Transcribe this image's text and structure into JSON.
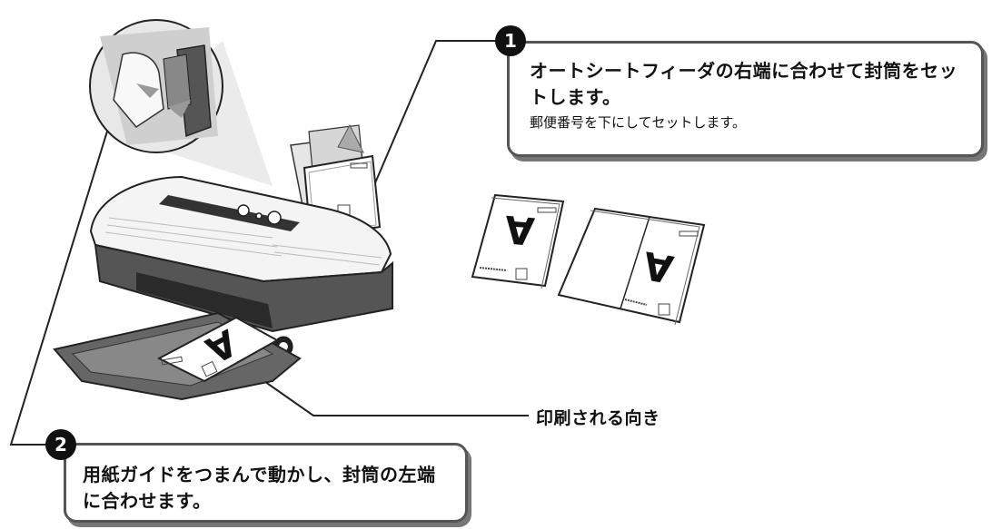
{
  "callout1": {
    "number": "1",
    "main_text": "オートシートフィーダの右端に合わせて封筒をセットします。",
    "sub_text": "郵便番号を下にしてセットします。"
  },
  "callout2": {
    "number": "2",
    "main_text": "用紙ガイドをつまんで動かし、封筒の左端に合わせます。"
  },
  "print_orientation_label": "印刷される向き",
  "envelope_letter": "A"
}
